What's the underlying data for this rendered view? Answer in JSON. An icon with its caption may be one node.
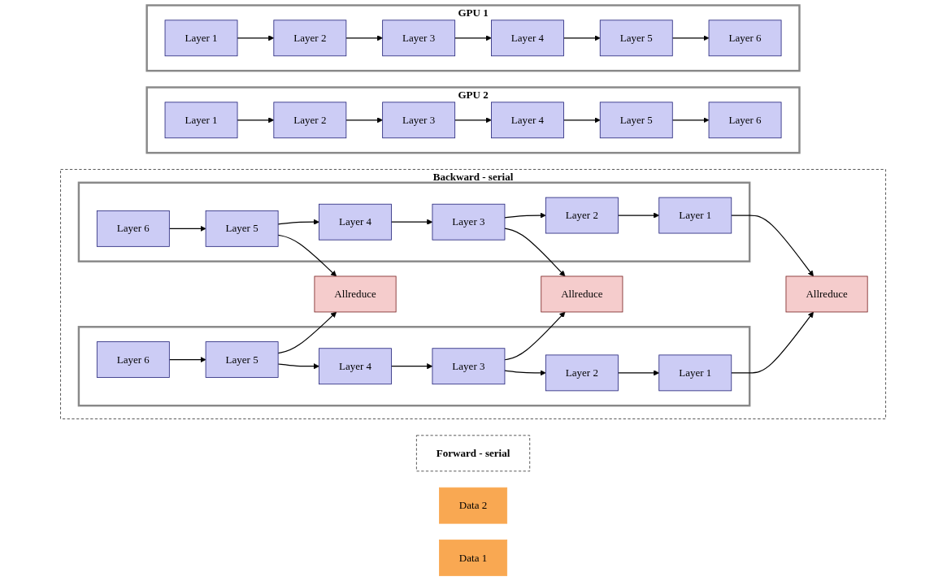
{
  "diagram": {
    "nodes": [
      {
        "text": [
          "Forward - serial"
        ]
      },
      {
        "text": [
          "Backward - serial"
        ]
      },
      {
        "text": [
          "Data 2"
        ]
      },
      {
        "text": [
          "GPU 2"
        ]
      },
      {
        "text": [
          "Layer 1"
        ],
        "in": 3
      },
      {
        "text": [
          "Layer 2"
        ],
        "in": 3
      },
      {
        "text": [
          "Layer 3"
        ],
        "in": 3
      },
      {
        "text": [
          "Layer 4"
        ],
        "in": 3
      },
      {
        "text": [
          "Layer 5"
        ],
        "in": 3
      },
      {
        "text": [
          "Layer 6"
        ],
        "in": 3
      },
      {
        "text": [],
        "shape": "box",
        "in": 1
      },
      {
        "text": [
          "Layer 6"
        ],
        "in": 10
      },
      {
        "text": [
          "Layer 5"
        ],
        "in": 10
      },
      {
        "text": [
          "Layer 4"
        ],
        "in": 10
      },
      {
        "text": [
          "Layer 3"
        ],
        "in": 10
      },
      {
        "text": [
          "Layer 2"
        ],
        "in": 10
      },
      {
        "text": [
          "Layer 1"
        ],
        "in": 10
      },
      {
        "text": [
          "Allreduce"
        ],
        "in": 1
      },
      {
        "text": [
          "Allreduce"
        ],
        "in": 1
      },
      {
        "text": [
          "Allreduce"
        ],
        "in": 1
      },
      {
        "text": [
          "Data 1"
        ]
      },
      {
        "text": [
          "GPU 1"
        ]
      },
      {
        "text": [
          "Layer 1"
        ],
        "in": 21
      },
      {
        "text": [
          "Layer 2"
        ],
        "in": 21
      },
      {
        "text": [
          "Layer 3"
        ],
        "in": 21
      },
      {
        "text": [
          "Layer 4"
        ],
        "in": 21
      },
      {
        "text": [
          "Layer 5"
        ],
        "in": 21
      },
      {
        "text": [
          "Layer 6"
        ],
        "in": 21
      },
      {
        "text": [],
        "shape": "box",
        "in": 1
      },
      {
        "text": [
          "Layer 6"
        ],
        "in": 28
      },
      {
        "text": [
          "Layer 5"
        ],
        "in": 28
      },
      {
        "text": [
          "Layer 4"
        ],
        "in": 28
      },
      {
        "text": [
          "Layer 3"
        ],
        "in": 28
      },
      {
        "text": [
          "Layer 2"
        ],
        "in": 28
      },
      {
        "text": [
          "Layer 1"
        ],
        "in": 28
      }
    ],
    "edges": [
      {
        "from": 4,
        "to": 5,
        "arrow": "to"
      },
      {
        "from": 5,
        "to": 6,
        "arrow": "to"
      },
      {
        "from": 6,
        "to": 7,
        "arrow": "to"
      },
      {
        "from": 7,
        "to": 8,
        "arrow": "to"
      },
      {
        "from": 8,
        "to": 9,
        "arrow": "to"
      },
      {
        "from": 11,
        "to": 12,
        "arrow": "to"
      },
      {
        "from": 12,
        "to": 13,
        "arrow": "to"
      },
      {
        "from": 13,
        "to": 14,
        "arrow": "to"
      },
      {
        "from": 14,
        "to": 15,
        "arrow": "to"
      },
      {
        "from": 15,
        "to": 16,
        "arrow": "to"
      },
      {
        "from": 12,
        "to": 17,
        "arrow": "to"
      },
      {
        "from": 14,
        "to": 18,
        "arrow": "to"
      },
      {
        "from": 16,
        "to": 19,
        "arrow": "to"
      },
      {
        "from": 22,
        "to": 23,
        "arrow": "to"
      },
      {
        "from": 23,
        "to": 24,
        "arrow": "to"
      },
      {
        "from": 24,
        "to": 25,
        "arrow": "to"
      },
      {
        "from": 25,
        "to": 26,
        "arrow": "to"
      },
      {
        "from": 26,
        "to": 27,
        "arrow": "to"
      },
      {
        "from": 29,
        "to": 30,
        "arrow": "to"
      },
      {
        "from": 30,
        "to": 31,
        "arrow": "to"
      },
      {
        "from": 31,
        "to": 32,
        "arrow": "to"
      },
      {
        "from": 32,
        "to": 33,
        "arrow": "to"
      },
      {
        "from": 33,
        "to": 34,
        "arrow": "to"
      },
      {
        "from": 30,
        "to": 17,
        "arrow": "to"
      },
      {
        "from": 32,
        "to": 18,
        "arrow": "to"
      },
      {
        "from": 34,
        "to": 19,
        "arrow": "to"
      }
    ]
  }
}
